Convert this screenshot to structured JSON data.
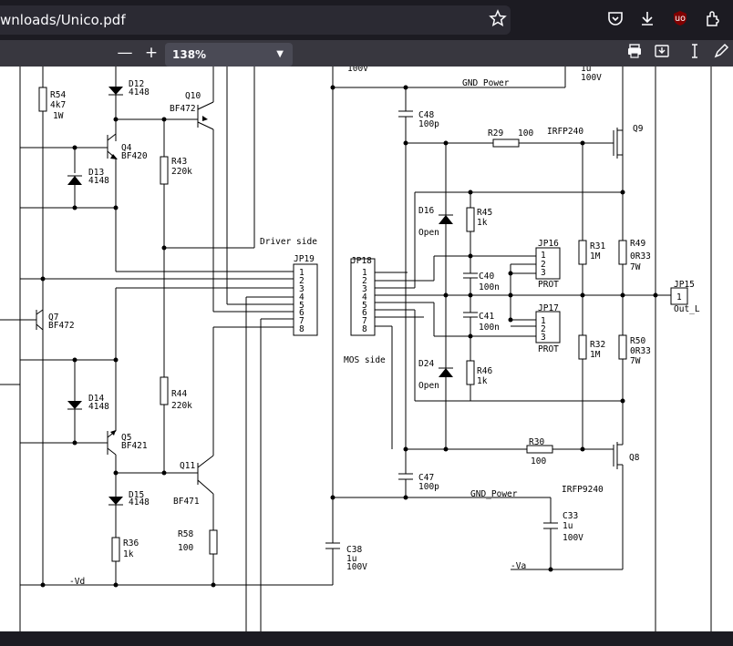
{
  "browser": {
    "url_text": "wnloads/Unico.pdf",
    "icons": [
      "bookmark-star-icon",
      "pocket-icon",
      "download-icon",
      "ublock-icon",
      "extensions-icon"
    ]
  },
  "pdf_toolbar": {
    "zoom_out": "—",
    "zoom_in": "+",
    "zoom_value": "138%",
    "icons": [
      "print-icon",
      "save-icon",
      "text-cursor-icon",
      "draw-icon"
    ]
  },
  "schematic": {
    "top_partial_left": "100V",
    "top_partial_right_1": "1u",
    "top_partial_right_2": "100V",
    "r54": {
      "ref": "R54",
      "val1": "4k7",
      "val2": "1W"
    },
    "d12": {
      "ref": "D12",
      "val": "4148"
    },
    "q10": {
      "ref": "Q10",
      "val": "BF472"
    },
    "q4": {
      "ref": "Q4",
      "val": "BF420"
    },
    "d13": {
      "ref": "D13",
      "val": "4148"
    },
    "r43": {
      "ref": "R43",
      "val": "220k"
    },
    "driver_side": "Driver side",
    "jp19": {
      "ref": "JP19",
      "pins": [
        "1",
        "2",
        "3",
        "4",
        "5",
        "6",
        "7",
        "8"
      ]
    },
    "q7": {
      "ref": "Q7",
      "val": "BF472"
    },
    "d14": {
      "ref": "D14",
      "val": "4148"
    },
    "r44": {
      "ref": "R44",
      "val": "220k"
    },
    "q5": {
      "ref": "Q5",
      "val": "BF421"
    },
    "q11": {
      "ref": "Q11",
      "val": "BF471"
    },
    "d15": {
      "ref": "D15",
      "val": "4148"
    },
    "r58": {
      "ref": "R58",
      "val": "100"
    },
    "r36": {
      "ref": "R36",
      "val": "1k"
    },
    "neg_vd": "-Vd",
    "gnd_power_top": "GND_Power",
    "c48": {
      "ref": "C48",
      "val": "100p"
    },
    "r29": {
      "ref": "R29",
      "val": "100"
    },
    "irfp240": "IRFP240",
    "q9": "Q9",
    "d16": {
      "ref": "D16",
      "val": "Open"
    },
    "r45": {
      "ref": "R45",
      "val": "1k"
    },
    "jp18": {
      "ref": "JP18",
      "pins": [
        "1",
        "2",
        "3",
        "4",
        "5",
        "6",
        "7",
        "8"
      ]
    },
    "jp16": {
      "ref": "JP16",
      "pins": [
        "1",
        "2",
        "3"
      ],
      "label": "PROT"
    },
    "r31": {
      "ref": "R31",
      "val": "1M"
    },
    "r49": {
      "ref": "R49",
      "val1": "0R33",
      "val2": "7W"
    },
    "c40": {
      "ref": "C40",
      "val": "100n"
    },
    "jp15": {
      "ref": "JP15",
      "pin": "1",
      "label": "Out_L"
    },
    "c41": {
      "ref": "C41",
      "val": "100n"
    },
    "jp17": {
      "ref": "JP17",
      "pins": [
        "1",
        "2",
        "3"
      ],
      "label": "PROT"
    },
    "r32": {
      "ref": "R32",
      "val": "1M"
    },
    "r50": {
      "ref": "R50",
      "val1": "0R33",
      "val2": "7W"
    },
    "mos_side": "MOS side",
    "d24": {
      "ref": "D24",
      "val": "Open"
    },
    "r46": {
      "ref": "R46",
      "val": "1k"
    },
    "r30": {
      "ref": "R30",
      "val": "100"
    },
    "q8": "Q8",
    "c47": {
      "ref": "C47",
      "val": "100p"
    },
    "gnd_power_bottom": "GND_Power",
    "irfp9240": "IRFP9240",
    "c33": {
      "ref": "C33",
      "val1": "1u",
      "val2": "100V"
    },
    "c38": {
      "ref": "C38",
      "val1": "1u",
      "val2": "100V"
    },
    "neg_va": "-Va"
  }
}
